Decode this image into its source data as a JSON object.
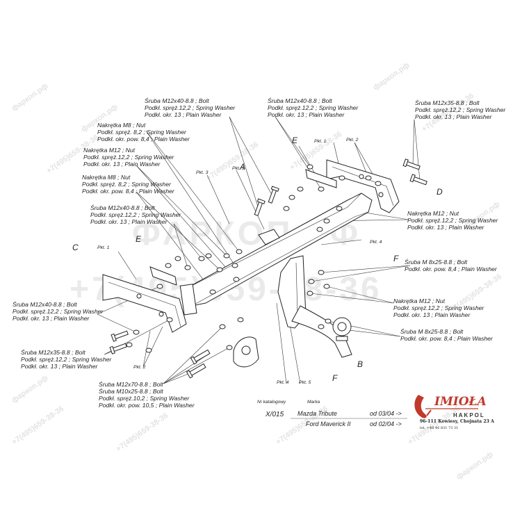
{
  "watermark": {
    "site": "фаркоп.рф",
    "phone": "+7(495)659-38-36",
    "big_phone": "+7(495)659-38-36"
  },
  "callouts": [
    "A",
    "B",
    "C",
    "D",
    "E",
    "E",
    "F",
    "F"
  ],
  "points": [
    "Pkt. 1",
    "Pkt. 1",
    "Pkt. 2",
    "Pkt. 2",
    "Pkt. 3",
    "Pkt. 3",
    "Pkt. 4",
    "Pkt. 4",
    "Pkt. 5"
  ],
  "labels": [
    [
      "Śruba M12x40-8.8 ;  Bolt",
      "Podkł. spręż.12,2 ; Spring Washer",
      "Podkł. okr. 13 ; Plain Washer"
    ],
    [
      "Śruba M12x40-8.8 ;  Bolt",
      "Podkł. spręż.12,2 ; Spring Washer",
      "Podkł. okr. 13 ; Plain Washer"
    ],
    [
      "Śruba M12x35-8.8 ;  Bolt",
      "Podkł. spręż.12,2 ; Spring Washer",
      "Podkł. okr. 13 ; Plain Washer"
    ],
    [
      "Nakrętka  M8 ; Nut",
      "Podkł. spręż. 8,2 ; Spring Washer",
      "Podkł. okr. pow. 8,4 ; Plain Washer"
    ],
    [
      "Nakrętka  M12 ; Nut",
      "Podkł. spręż.12,2 ; Spring Washer",
      "Podkł. okr. 13 ; Plain Washer"
    ],
    [
      "Nakrętka  M8 ; Nut",
      "Podkł. spręż. 8,2 ; Spring Washer",
      "Podkł. okr. pow. 8,4 ; Plain Washer"
    ],
    [
      "Śruba M12x40-8.8 ;  Bolt",
      "Podkł. spręż.12,2 ; Spring Washer",
      "Podkł. okr. 13 ; Plain Washer"
    ],
    [
      "Nakrętka  M12 ; Nut",
      "Podkł. spręż.12,2 ; Spring Washer",
      "Podkł. okr. 13 ; Plain Washer"
    ],
    [
      "Śruba M 8x25-8.8 ;  Bolt",
      "Podkł. okr. pow. 8,4 ; Plain Washer"
    ],
    [
      "Nakrętka  M12 ; Nut",
      "Podkł. spręż.12,2 ; Spring Washer",
      "Podkł. okr. 13 ; Plain Washer"
    ],
    [
      "Śruba M 8x25-8.8 ;  Bolt",
      "Podkł. okr. pow. 8,4 ; Plain Washer"
    ],
    [
      "Śruba M12x40-8.8 ;  Bolt",
      "Podkł. spręż.12,2 ; Spring Washer",
      "Podkł. okr. 13 ; Plain Washer"
    ],
    [
      "Śruba M12x35-8.8 ;  Bolt",
      "Podkł. spręż.12,2 ; Spring Washer",
      "Podkł. okr. 13 ; Plain Washer"
    ],
    [
      "Śruba M12x70-8.8 ;  Bolt",
      "Śruba M10x25-8.8 ;  Bolt",
      "Podkł. spręż.10,2 ; Spring Washer",
      "Podkł. okr. pow. 10,5 ; Plain Washer"
    ]
  ],
  "title_block": {
    "catalog_label": "Nr katalogowy",
    "brand_label": "Marka",
    "catalog_no": "X/015",
    "vehicles": [
      {
        "name": "Mazda Tribute",
        "date": "od 03/04 ->"
      },
      {
        "name": "Ford Maverick II",
        "date": "od 02/04 ->"
      }
    ],
    "logo": "IMIOŁA",
    "logo_sub": "HAKPOL",
    "address": "96-111 Kowiesy, Chojnata 23 A",
    "tel": "tel. +48 46 831 73 31"
  }
}
